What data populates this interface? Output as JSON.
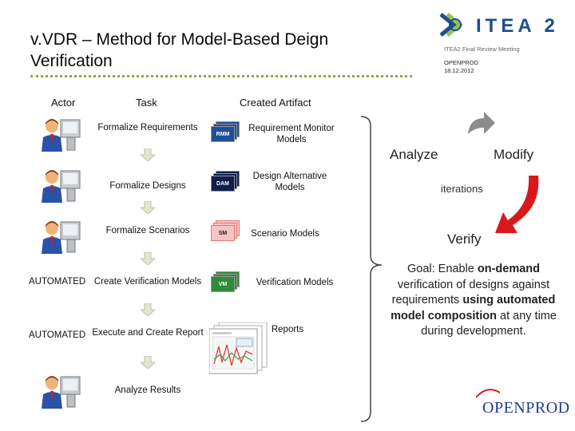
{
  "title": "v.VDR – Method for Model-Based Deign Verification",
  "header": {
    "logo_text": "ITEA 2",
    "meeting": "ITEA2 Final Review Meeting",
    "project": "OPENPROD",
    "date": "18.12.2012"
  },
  "columns": {
    "actor": "Actor",
    "task": "Task",
    "artifact": "Created Artifact"
  },
  "rows": [
    {
      "actor": "",
      "task": "Formalize Requirements",
      "artifact_code": "RMM",
      "artifact": "Requirement Monitor Models"
    },
    {
      "actor": "",
      "task": "Formalize Designs",
      "artifact_code": "DAM",
      "artifact": "Design Alternative Models"
    },
    {
      "actor": "",
      "task": "Formalize Scenarios",
      "artifact_code": "SM",
      "artifact": "Scenario Models"
    },
    {
      "actor": "AUTOMATED",
      "task": "Create Verification Models",
      "artifact_code": "VM",
      "artifact": "Verification Models"
    },
    {
      "actor": "AUTOMATED",
      "task": "Execute and Create Report",
      "artifact_code": "",
      "artifact": "Reports"
    },
    {
      "actor": "",
      "task": "Analyze Results",
      "artifact_code": "",
      "artifact": ""
    }
  ],
  "cycle": {
    "analyze": "Analyze",
    "modify": "Modify",
    "iterations": "iterations",
    "verify": "Verify"
  },
  "goal": {
    "p1": "Goal: Enable ",
    "b1": "on-demand",
    "p2": " verification of designs against requirements ",
    "b2": "using automated model composition",
    "p3": " at any time during development."
  },
  "footer_logo": "OPENPROD",
  "colors": {
    "rmm": "#1f4f96",
    "dam": "#0d1f4a",
    "sm": "#f7c3c3",
    "vm": "#2e8b3a",
    "arrow_red": "#d8181a",
    "arrow_grey": "#8c8c8c",
    "dotline": "#9aa53a"
  }
}
